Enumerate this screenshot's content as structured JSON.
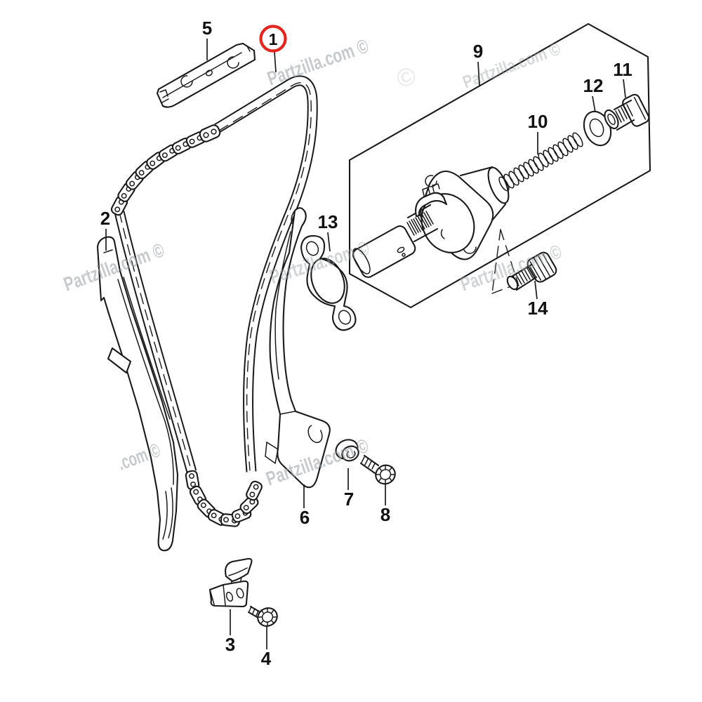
{
  "watermark": {
    "text": "Partzilla.com ©",
    "partial_text": ".com ©",
    "symbol": "©",
    "color": "#9aa0a4"
  },
  "parts": {
    "p1": "1",
    "p2": "2",
    "p3": "3",
    "p4": "4",
    "p5": "5",
    "p6": "6",
    "p7": "7",
    "p8": "8",
    "p9": "9",
    "p10": "10",
    "p11": "11",
    "p12": "12",
    "p13": "13",
    "p14": "14"
  },
  "highlight": {
    "circled_part": "1",
    "circle_color": "#e5261d"
  },
  "style": {
    "background": "#ffffff",
    "line_color": "#1a1a1a"
  }
}
